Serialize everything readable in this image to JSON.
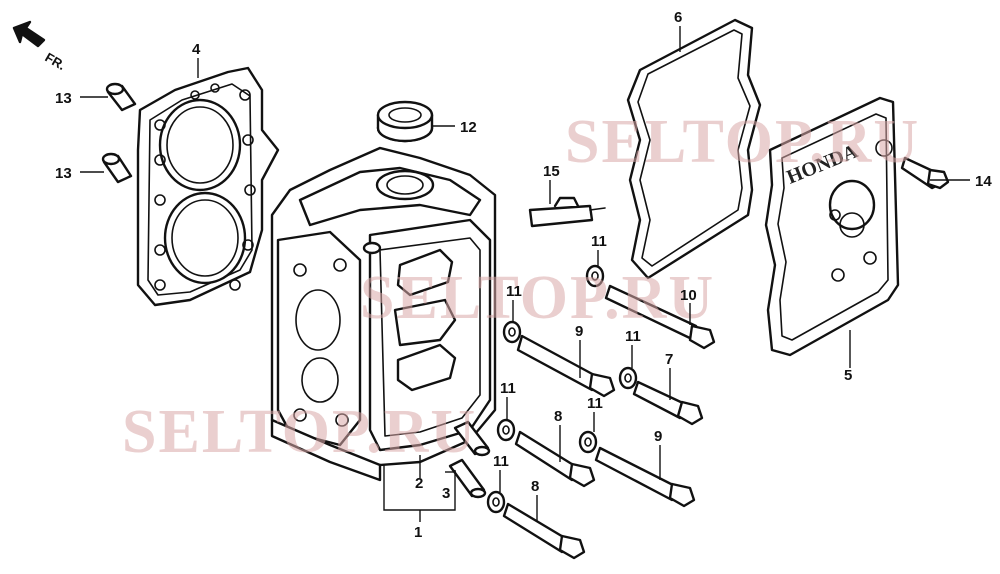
{
  "orientation": {
    "label": "FR.",
    "icon": "front-arrow-icon"
  },
  "watermark": "SELTOP.RU",
  "cover_brand": "HONDA",
  "callouts": [
    "1",
    "2",
    "3",
    "4",
    "5",
    "6",
    "7",
    "8",
    "8",
    "9",
    "9",
    "10",
    "11",
    "11",
    "11",
    "11",
    "11",
    "12",
    "13",
    "13",
    "14",
    "15"
  ],
  "parts": {
    "p1": "1",
    "p2": "2",
    "p3": "3",
    "p4": "4",
    "p5": "5",
    "p6": "6",
    "p7": "7",
    "p8a": "8",
    "p8b": "8",
    "p9a": "9",
    "p9b": "9",
    "p10": "10",
    "p11a": "11",
    "p11b": "11",
    "p11c": "11",
    "p11d": "11",
    "p11e": "11",
    "p12": "12",
    "p13a": "13",
    "p13b": "13",
    "p14": "14",
    "p15": "15"
  }
}
